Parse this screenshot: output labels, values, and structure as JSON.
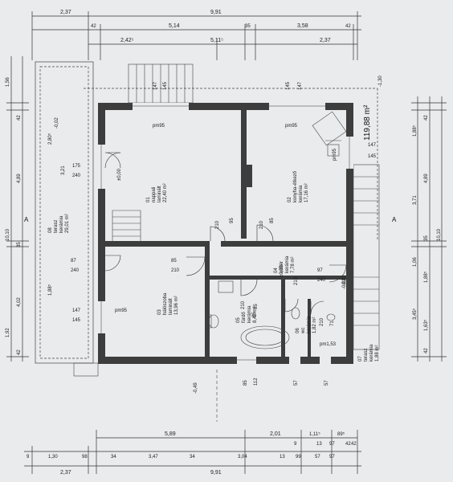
{
  "colors": {
    "paper": "#e9ebec",
    "wall": "#3d3d3d",
    "line": "#333333"
  },
  "top_dims": {
    "row1": [
      "2,37",
      "9,91"
    ],
    "row2": [
      "42",
      "5,14",
      "35",
      "3,58",
      "42"
    ],
    "row3": [
      "2,42⁵",
      "5,11⁵",
      "2,37"
    ]
  },
  "bottom_dims": {
    "row1": [
      "5,89",
      "2,01",
      "1,11⁵",
      "89⁵"
    ],
    "row2": [
      "42",
      "9",
      "13",
      "97",
      "42"
    ],
    "row3": [
      "9",
      "1,30",
      "98",
      "34",
      "3,47",
      "34",
      "3,04",
      "13",
      "99",
      "57",
      "97"
    ],
    "row4": [
      "2,37",
      "9,91"
    ]
  },
  "left_dims": [
    "1,56",
    "42",
    "4,89",
    "10,10",
    "35",
    "4,02",
    "1,92",
    "42",
    "2,80⁵",
    "1,88⁵",
    "3,21"
  ],
  "right_dims": [
    "42",
    "1,88⁵",
    "4,89",
    "3,71",
    "10,10",
    "35",
    "1,06",
    "1,88⁵",
    "3,45⁵",
    "1,63⁵",
    "42"
  ],
  "area_total": "119,88 m²",
  "levels": {
    "lvl_1": "-0,02",
    "lvl_2": "±0,00",
    "lvl_3": "±0,00",
    "lvl_4": "-0,02",
    "lvl_5": "-0,49",
    "lvl_6": "-1,30",
    "lvl_7": "-0,02"
  },
  "openings": {
    "o1": "147",
    "o2": "145",
    "o3": "147",
    "o4": "145",
    "o5": "pm95",
    "o6": "pm95",
    "o7": "pm95",
    "o8": "175",
    "o9": "240",
    "o10": "147",
    "o11": "145",
    "o12": "210",
    "o13": "95",
    "o14": "210",
    "o15": "85",
    "o16": "87",
    "o17": "240",
    "o18": "85",
    "o19": "210",
    "o20": "97",
    "o21": "240",
    "o22": "210",
    "o23": "85",
    "o24": "147",
    "o25": "145",
    "o26": "pm95",
    "o27": "210",
    "o28": "85",
    "o29": "71",
    "o30": "210",
    "o31": "pm1,53",
    "o32": "112",
    "o33": "85",
    "o34": "57",
    "o35": "57"
  },
  "rooms": {
    "r01": {
      "num": "01",
      "name": "nappali",
      "floor": "laminált",
      "area": "22,40 m²"
    },
    "r02": {
      "num": "02",
      "name": "konyha-étkező",
      "floor": "kerámia",
      "area": "17,16 m²"
    },
    "r03": {
      "num": "03",
      "name": "hálószoba",
      "floor": "laminált",
      "area": "13,96 m²"
    },
    "r04": {
      "num": "04",
      "name": "előtér",
      "floor": "kerámia",
      "area": "7,78 m²"
    },
    "r05": {
      "num": "05",
      "name": "fürdő",
      "floor": "kerámia",
      "area": "8,42 m²"
    },
    "r06": {
      "num": "06",
      "name": "wc",
      "floor": "kerámia",
      "area": "1,82 m²"
    },
    "r07": {
      "num": "07",
      "name": "terasz",
      "floor": "kerámia",
      "area": "1,88 m²"
    },
    "r08": {
      "num": "08",
      "name": "terasz",
      "floor": "kerámia",
      "area": "29,01 m²"
    }
  },
  "section_marks": [
    "A",
    "A"
  ]
}
